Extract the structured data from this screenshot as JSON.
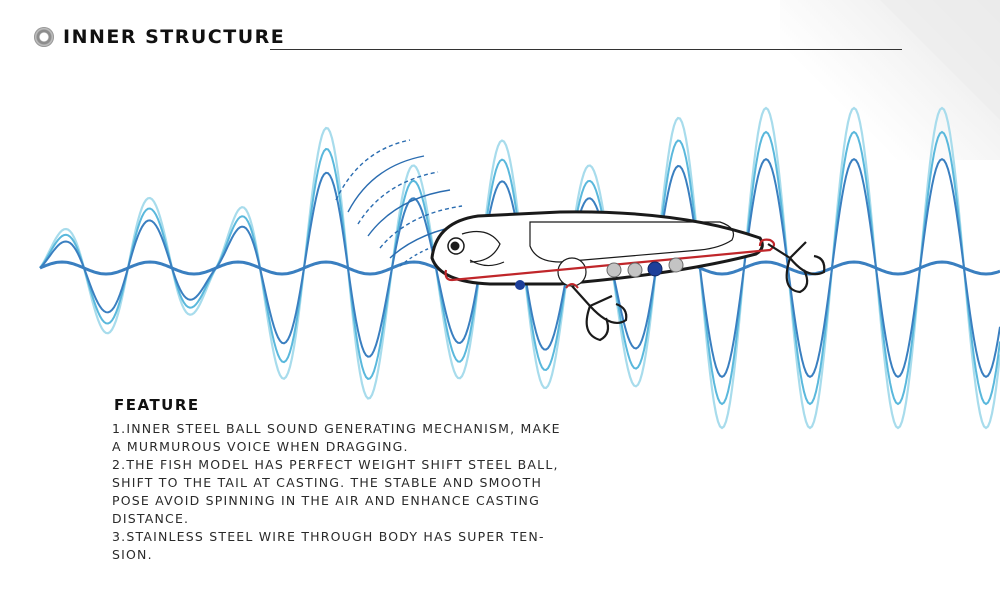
{
  "header": {
    "title": "INNER STRUCTURE",
    "icon": "ring-icon"
  },
  "feature": {
    "heading": "FEATURE",
    "lines": [
      "1.INNER STEEL BALL SOUND GENERATING MECHANISM, MAKE",
      "A MURMUROUS VOICE WHEN DRAGGING.",
      "2.THE FISH MODEL HAS PERFECT WEIGHT SHIFT STEEL BALL,",
      "SHIFT TO THE TAIL AT CASTING. THE STABLE AND SMOOTH",
      "POSE AVOID SPINNING IN THE AIR AND ENHANCE CASTING",
      "DISTANCE.",
      "3.STAINLESS STEEL WIRE THROUGH BODY HAS SUPER TEN-",
      "SION."
    ]
  },
  "colors": {
    "wave_light": "#a8dcec",
    "wave_mid": "#5ab8dc",
    "wave_dark": "#3a7fc0",
    "lure_outline": "#1a1a1a",
    "wire": "#c0262a",
    "steel_ball": "#b8b8b8",
    "blue_ball": "#1d3f9a"
  }
}
